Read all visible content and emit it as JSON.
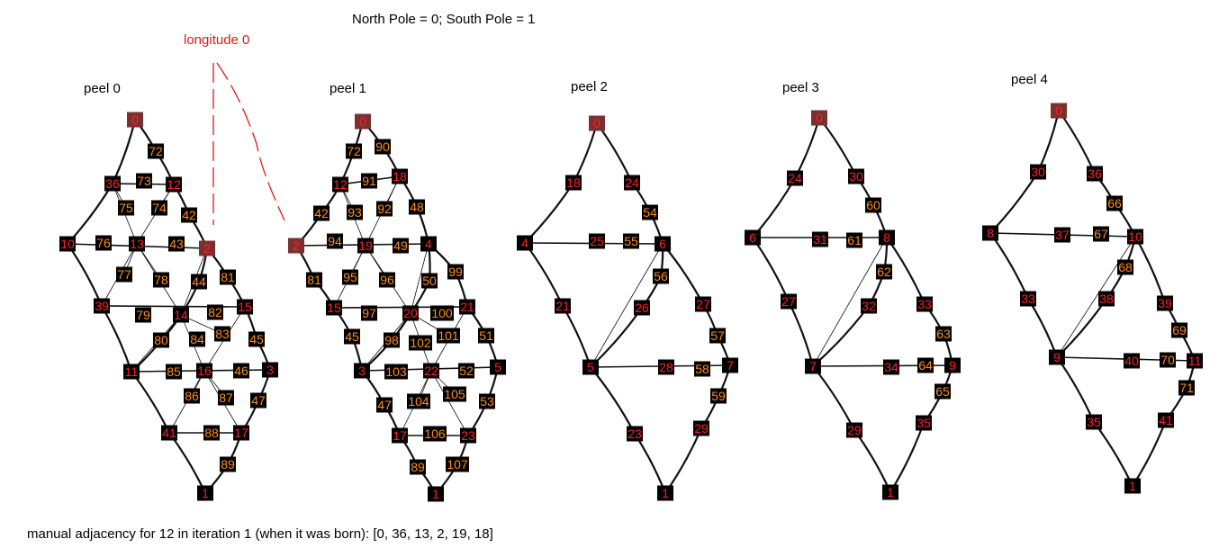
{
  "title": "North Pole = 0; South Pole = 1",
  "longitude_label": "longitude 0",
  "note": "manual adjacency for 12 in iteration 1 (when it was born): [0, 36, 13, 2, 19, 18]",
  "colors": {
    "background": "#ffffff",
    "outline": "#111111",
    "node_fill": "#000000",
    "pole_fill": "#7a3030",
    "level0_text": "#ff2020",
    "level1_text": "#ff8c1a",
    "longitude_line": "#e01818"
  },
  "peels": [
    {
      "label": "peel 0",
      "nodes": [
        {
          "id": "0",
          "level": "pole"
        },
        {
          "id": "72",
          "level": 1
        },
        {
          "id": "36",
          "level": 0
        },
        {
          "id": "73",
          "level": 1
        },
        {
          "id": "12",
          "level": 0
        },
        {
          "id": "75",
          "level": 1
        },
        {
          "id": "74",
          "level": 1
        },
        {
          "id": "42",
          "level": 1
        },
        {
          "id": "10",
          "level": 0
        },
        {
          "id": "76",
          "level": 1
        },
        {
          "id": "13",
          "level": 0
        },
        {
          "id": "43",
          "level": 1
        },
        {
          "id": "2",
          "level": "pole"
        },
        {
          "id": "77",
          "level": 1
        },
        {
          "id": "78",
          "level": 1
        },
        {
          "id": "81",
          "level": 1
        },
        {
          "id": "44",
          "level": 1
        },
        {
          "id": "39",
          "level": 0
        },
        {
          "id": "79",
          "level": 1
        },
        {
          "id": "14",
          "level": 0
        },
        {
          "id": "82",
          "level": 1
        },
        {
          "id": "15",
          "level": 0
        },
        {
          "id": "80",
          "level": 1
        },
        {
          "id": "84",
          "level": 1
        },
        {
          "id": "83",
          "level": 1
        },
        {
          "id": "45",
          "level": 1
        },
        {
          "id": "11",
          "level": 0
        },
        {
          "id": "85",
          "level": 1
        },
        {
          "id": "16",
          "level": 0
        },
        {
          "id": "46",
          "level": 1
        },
        {
          "id": "3",
          "level": 0
        },
        {
          "id": "86",
          "level": 1
        },
        {
          "id": "87",
          "level": 1
        },
        {
          "id": "47",
          "level": 1
        },
        {
          "id": "41",
          "level": 0
        },
        {
          "id": "88",
          "level": 1
        },
        {
          "id": "17",
          "level": 0
        },
        {
          "id": "89",
          "level": 1
        },
        {
          "id": "1",
          "level": 0
        }
      ],
      "edges": [
        [
          "36",
          "12"
        ],
        [
          "10",
          "2"
        ],
        [
          "39",
          "15"
        ],
        [
          "11",
          "3"
        ],
        [
          "41",
          "17"
        ],
        [
          "36",
          "13"
        ],
        [
          "12",
          "13"
        ],
        [
          "13",
          "39"
        ],
        [
          "13",
          "14"
        ],
        [
          "2",
          "14"
        ],
        [
          "14",
          "11"
        ],
        [
          "14",
          "16"
        ],
        [
          "15",
          "16"
        ],
        [
          "16",
          "41"
        ],
        [
          "16",
          "17"
        ],
        [
          "36",
          "75"
        ],
        [
          "12",
          "74"
        ],
        [
          "13",
          "77"
        ],
        [
          "13",
          "78"
        ],
        [
          "14",
          "80"
        ],
        [
          "14",
          "83"
        ],
        [
          "16",
          "86"
        ],
        [
          "16",
          "87"
        ]
      ]
    },
    {
      "label": "peel 1",
      "nodes": [
        {
          "id": "0",
          "level": "pole"
        },
        {
          "id": "72",
          "level": 1
        },
        {
          "id": "90",
          "level": 1
        },
        {
          "id": "12",
          "level": 0
        },
        {
          "id": "91",
          "level": 1
        },
        {
          "id": "18",
          "level": 0
        },
        {
          "id": "42",
          "level": 1
        },
        {
          "id": "93",
          "level": 1
        },
        {
          "id": "92",
          "level": 1
        },
        {
          "id": "48",
          "level": 1
        },
        {
          "id": "2",
          "level": "pole"
        },
        {
          "id": "94",
          "level": 1
        },
        {
          "id": "19",
          "level": 0
        },
        {
          "id": "49",
          "level": 1
        },
        {
          "id": "4",
          "level": 0
        },
        {
          "id": "99",
          "level": 1
        },
        {
          "id": "81",
          "level": 1
        },
        {
          "id": "95",
          "level": 1
        },
        {
          "id": "96",
          "level": 1
        },
        {
          "id": "50",
          "level": 1
        },
        {
          "id": "15",
          "level": 0
        },
        {
          "id": "97",
          "level": 1
        },
        {
          "id": "20",
          "level": 0
        },
        {
          "id": "100",
          "level": 1
        },
        {
          "id": "21",
          "level": 0
        },
        {
          "id": "45",
          "level": 1
        },
        {
          "id": "98",
          "level": 1
        },
        {
          "id": "102",
          "level": 1
        },
        {
          "id": "101",
          "level": 1
        },
        {
          "id": "51",
          "level": 1
        },
        {
          "id": "3",
          "level": 0
        },
        {
          "id": "103",
          "level": 1
        },
        {
          "id": "22",
          "level": 0
        },
        {
          "id": "52",
          "level": 1
        },
        {
          "id": "5",
          "level": 0
        },
        {
          "id": "47",
          "level": 1
        },
        {
          "id": "104",
          "level": 1
        },
        {
          "id": "105",
          "level": 1
        },
        {
          "id": "53",
          "level": 1
        },
        {
          "id": "17",
          "level": 0
        },
        {
          "id": "106",
          "level": 1
        },
        {
          "id": "23",
          "level": 0
        },
        {
          "id": "89",
          "level": 1
        },
        {
          "id": "107",
          "level": 1
        },
        {
          "id": "1",
          "level": 0
        }
      ],
      "edges": [
        [
          "12",
          "18"
        ],
        [
          "2",
          "4"
        ],
        [
          "15",
          "21"
        ],
        [
          "3",
          "5"
        ],
        [
          "17",
          "23"
        ],
        [
          "12",
          "19"
        ],
        [
          "18",
          "19"
        ],
        [
          "19",
          "15"
        ],
        [
          "19",
          "20"
        ],
        [
          "4",
          "20"
        ],
        [
          "20",
          "3"
        ],
        [
          "20",
          "22"
        ],
        [
          "21",
          "22"
        ],
        [
          "22",
          "17"
        ],
        [
          "22",
          "23"
        ],
        [
          "12",
          "93"
        ],
        [
          "18",
          "92"
        ],
        [
          "19",
          "95"
        ],
        [
          "19",
          "96"
        ],
        [
          "20",
          "98"
        ],
        [
          "20",
          "101"
        ],
        [
          "22",
          "104"
        ],
        [
          "22",
          "105"
        ]
      ]
    },
    {
      "label": "peel 2",
      "nodes": [
        {
          "id": "0",
          "level": "pole"
        },
        {
          "id": "18",
          "level": 0
        },
        {
          "id": "24",
          "level": 0
        },
        {
          "id": "54",
          "level": 1
        },
        {
          "id": "4",
          "level": 0
        },
        {
          "id": "25",
          "level": 0
        },
        {
          "id": "55",
          "level": 1
        },
        {
          "id": "6",
          "level": 0
        },
        {
          "id": "56",
          "level": 1
        },
        {
          "id": "21",
          "level": 0
        },
        {
          "id": "26",
          "level": 0
        },
        {
          "id": "27",
          "level": 0
        },
        {
          "id": "57",
          "level": 1
        },
        {
          "id": "5",
          "level": 0
        },
        {
          "id": "28",
          "level": 0
        },
        {
          "id": "58",
          "level": 1
        },
        {
          "id": "7",
          "level": 0
        },
        {
          "id": "59",
          "level": 1
        },
        {
          "id": "23",
          "level": 0
        },
        {
          "id": "29",
          "level": 0
        },
        {
          "id": "1",
          "level": 0
        }
      ],
      "edges": [
        [
          "4",
          "6"
        ],
        [
          "5",
          "7"
        ],
        [
          "6",
          "5"
        ]
      ]
    },
    {
      "label": "peel 3",
      "nodes": [
        {
          "id": "0",
          "level": "pole"
        },
        {
          "id": "24",
          "level": 0
        },
        {
          "id": "30",
          "level": 0
        },
        {
          "id": "60",
          "level": 1
        },
        {
          "id": "6",
          "level": 0
        },
        {
          "id": "31",
          "level": 0
        },
        {
          "id": "61",
          "level": 1
        },
        {
          "id": "8",
          "level": 0
        },
        {
          "id": "62",
          "level": 1
        },
        {
          "id": "27",
          "level": 0
        },
        {
          "id": "32",
          "level": 0
        },
        {
          "id": "33",
          "level": 0
        },
        {
          "id": "63",
          "level": 1
        },
        {
          "id": "7",
          "level": 0
        },
        {
          "id": "34",
          "level": 0
        },
        {
          "id": "64",
          "level": 1
        },
        {
          "id": "9",
          "level": 0
        },
        {
          "id": "65",
          "level": 1
        },
        {
          "id": "29",
          "level": 0
        },
        {
          "id": "35",
          "level": 0
        },
        {
          "id": "1",
          "level": 0
        }
      ],
      "edges": [
        [
          "6",
          "8"
        ],
        [
          "7",
          "9"
        ],
        [
          "8",
          "7"
        ]
      ]
    },
    {
      "label": "peel 4",
      "nodes": [
        {
          "id": "0",
          "level": "pole"
        },
        {
          "id": "30",
          "level": 0
        },
        {
          "id": "36",
          "level": 0
        },
        {
          "id": "66",
          "level": 1
        },
        {
          "id": "8",
          "level": 0
        },
        {
          "id": "37",
          "level": 0
        },
        {
          "id": "67",
          "level": 1
        },
        {
          "id": "10",
          "level": 0
        },
        {
          "id": "68",
          "level": 1
        },
        {
          "id": "33",
          "level": 0
        },
        {
          "id": "38",
          "level": 0
        },
        {
          "id": "39",
          "level": 0
        },
        {
          "id": "69",
          "level": 1
        },
        {
          "id": "9",
          "level": 0
        },
        {
          "id": "40",
          "level": 0
        },
        {
          "id": "70",
          "level": 1
        },
        {
          "id": "11",
          "level": 0
        },
        {
          "id": "71",
          "level": 1
        },
        {
          "id": "35",
          "level": 0
        },
        {
          "id": "41",
          "level": 0
        },
        {
          "id": "1",
          "level": 0
        }
      ],
      "edges": [
        [
          "8",
          "10"
        ],
        [
          "9",
          "11"
        ],
        [
          "10",
          "9"
        ]
      ]
    }
  ]
}
